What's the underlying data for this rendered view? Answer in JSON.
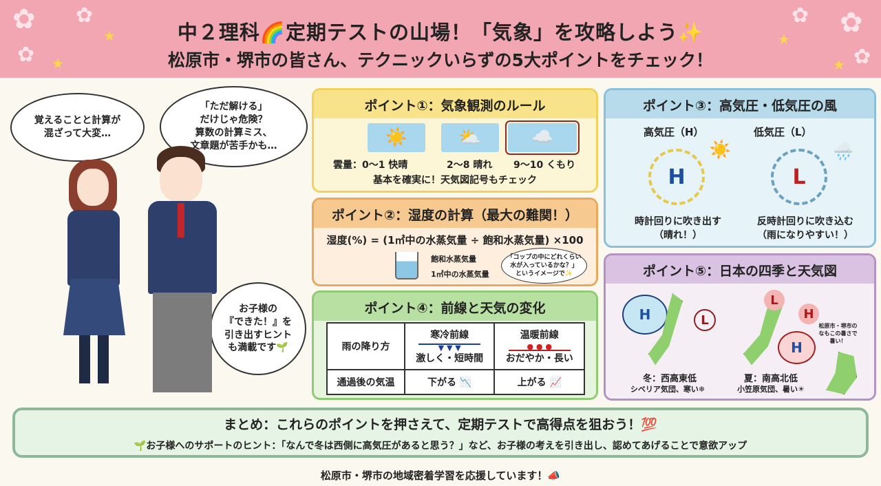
{
  "header": {
    "title": "中２理科🌈定期テストの山場！「気象」を攻略しよう✨",
    "subtitle": "松原市・堺市の皆さん、テクニックいらずの5大ポイントをチェック！"
  },
  "bubbles": {
    "girl": "覚えることと計算が\n混ざって大変…",
    "boy": "「ただ解ける」\nだけじゃ危険？\n算数の計算ミス、\n文章題が苦手かも…",
    "hint": "お子様の\n『できた！』を\n引き出すヒント\nも満載です🌱"
  },
  "point1": {
    "title": "ポイント①：気象観測のルール",
    "items": [
      {
        "label": "雲量：0〜1 快晴"
      },
      {
        "label": "2〜8 晴れ"
      },
      {
        "label": "9〜10 くもり"
      }
    ],
    "note": "基本を確実に！天気図記号もチェック"
  },
  "point2": {
    "title": "ポイント②：湿度の計算（最大の難関！）",
    "formula": "湿度(%) = (1㎥中の水蒸気量 ÷ 飽和水蒸気量) ×100",
    "beaker_top": "飽和水蒸気量",
    "beaker_bottom": "1㎥中の水蒸気量",
    "cloud": "「コップの中にどれくらい\n水が入っているかな？」\nというイメージで✨"
  },
  "point3": {
    "title": "ポイント③：高気圧・低気圧の風",
    "high": {
      "label": "高気圧（H）",
      "symbol": "H",
      "desc": "時計回りに吹き出す\n（晴れ！）"
    },
    "low": {
      "label": "低気圧（L）",
      "symbol": "L",
      "desc": "反時計回りに吹き込む\n（雨になりやすい！）"
    }
  },
  "point4": {
    "title": "ポイント④：前線と天気の変化",
    "rows": [
      {
        "head": "雨の降り方",
        "cold": "激しく・短時間",
        "warm": "おだやか・長い"
      },
      {
        "head": "通過後の気温",
        "cold": "下がる",
        "warm": "上がる"
      }
    ],
    "cold_front": "寒冷前線",
    "warm_front": "温暖前線"
  },
  "point5": {
    "title": "ポイント⑤：日本の四季と天気図",
    "winter": {
      "title": "冬：西高東低",
      "desc": "シベリア気団、寒い❄"
    },
    "summer": {
      "title": "夏：南高北低",
      "desc": "小笠原気団、暑い☀"
    },
    "local_note": "松原市・堺市の\nなもこの暑さで\n暑い！"
  },
  "summary": {
    "title": "まとめ：これらのポイントを押さえて、定期テストで高得点を狙おう！💯",
    "hint": "🌱お子様へのサポートのヒント：「なんで冬は西側に高気圧があると思う？」など、お子様の考えを引き出し、認めてあげることで意欲アップ"
  },
  "footer": "松原市・堺市の地域密着学習を応援しています！📣"
}
